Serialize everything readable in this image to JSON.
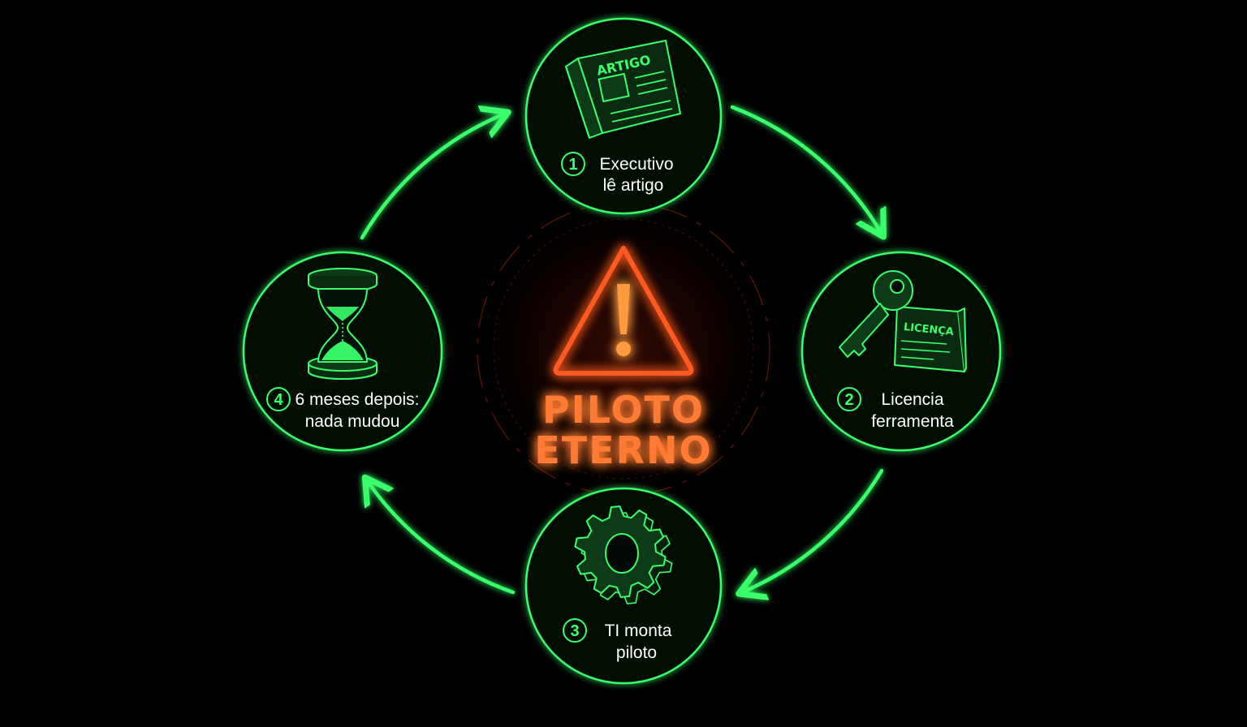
{
  "center": {
    "title_line1": "PILOTO",
    "title_line2": "ETERNO",
    "icon": "warning-triangle-icon",
    "color": "#ff4a1c"
  },
  "accent_color": "#39ff6a",
  "steps": [
    {
      "number": "1",
      "line1": "Executivo",
      "line2": "lê artigo",
      "icon": "newspaper-icon",
      "icon_label": "ARTIGO"
    },
    {
      "number": "2",
      "line1": "Licencia",
      "line2": "ferramenta",
      "icon": "key-license-icon",
      "icon_label": "LICENÇA"
    },
    {
      "number": "3",
      "line1": "TI monta",
      "line2": "piloto",
      "icon": "gear-icon"
    },
    {
      "number": "4",
      "line1": "6 meses depois:",
      "line2": "nada mudou",
      "icon": "hourglass-icon"
    }
  ]
}
